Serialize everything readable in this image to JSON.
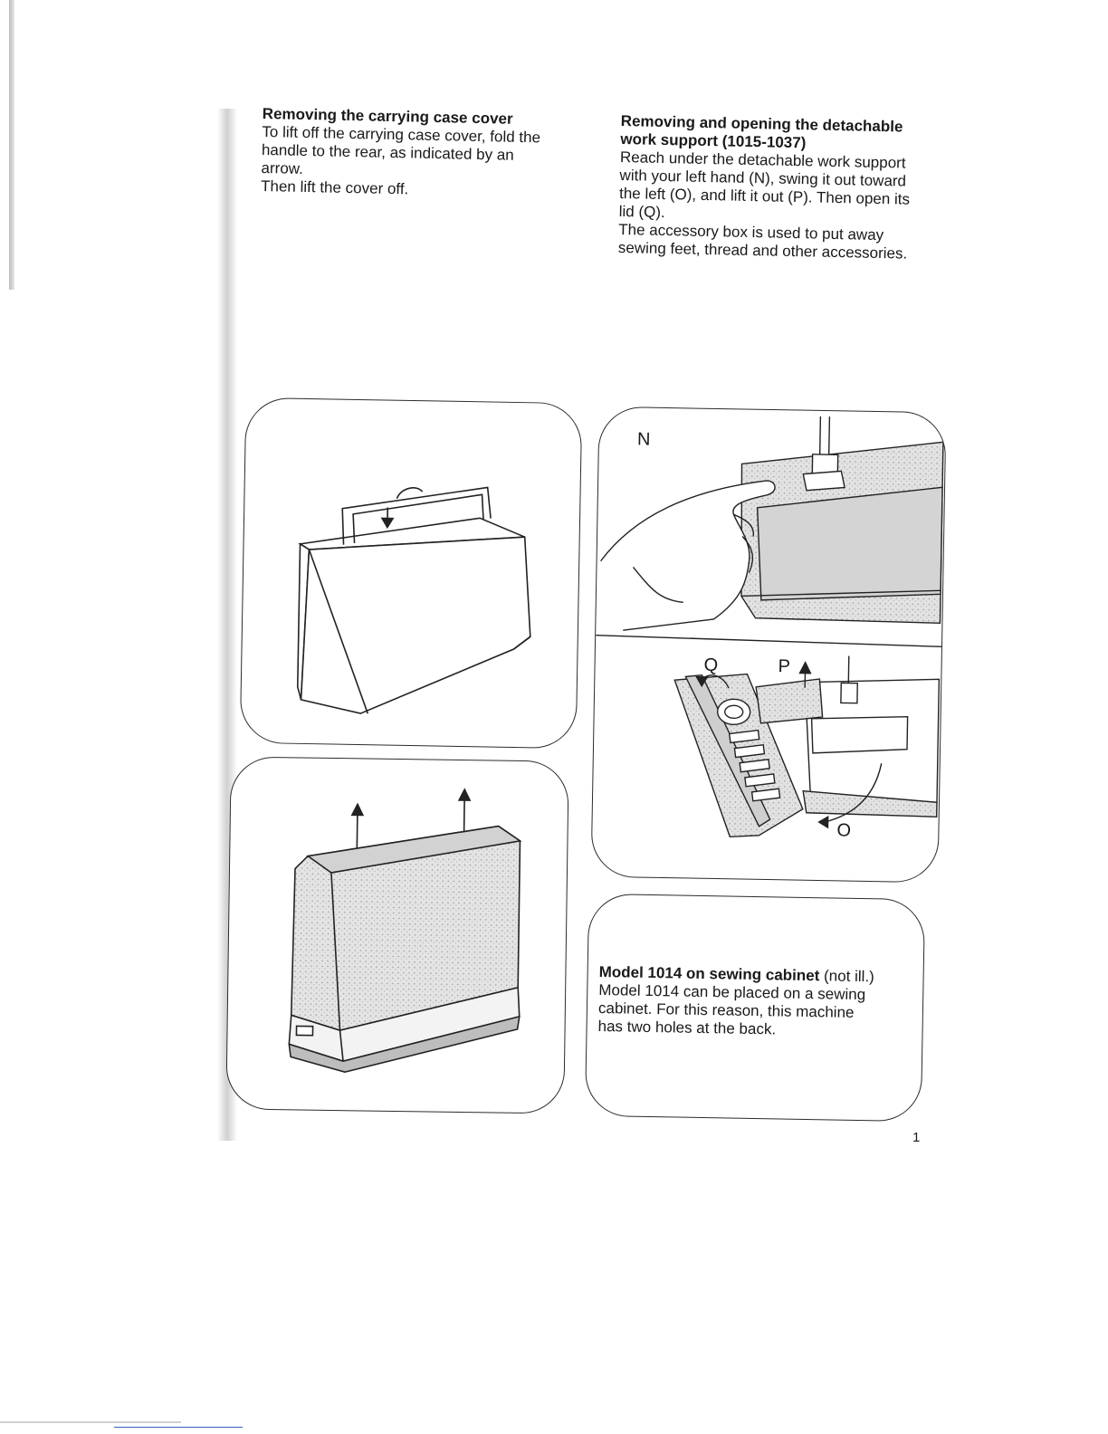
{
  "left_section": {
    "heading": "Removing the carrying case cover",
    "lines": [
      "To lift off the carrying case cover, fold the",
      "handle to the rear, as indicated by an",
      "arrow.",
      "Then lift the cover off."
    ]
  },
  "right_section": {
    "heading_line1": "Removing and opening the detachable",
    "heading_line2": "work support (1015-1037)",
    "lines": [
      "Reach under the detachable work support",
      "with your left hand (N), swing it out toward",
      "the left (O), and lift it out (P). Then open its",
      "lid (Q).",
      "The accessory box is used to put away",
      "sewing feet, thread and other accessories."
    ]
  },
  "figures": {
    "labels": {
      "n": "N",
      "q": "Q",
      "p": "P",
      "o": "O"
    }
  },
  "model_box": {
    "heading": "Model 1014 on sewing cabinet",
    "heading_note": "(not ill.)",
    "lines": [
      "Model 1014 can be placed on a sewing",
      "cabinet. For this reason, this machine",
      "has two holes at the back."
    ]
  },
  "page_number": "1"
}
